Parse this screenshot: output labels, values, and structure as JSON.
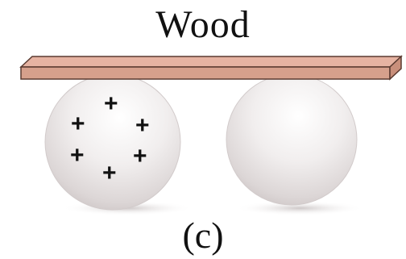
{
  "diagram": {
    "title": "Wood",
    "caption": "(c)",
    "charge_symbol": "+",
    "charge_count": 6,
    "colors": {
      "wood_top": "#e3ab99",
      "wood_front": "#d39a86",
      "wood_edge": "#5a3a30",
      "sphere_light": "#ffffff",
      "sphere_mid": "#ece8e8",
      "sphere_dark": "#c9c2c2"
    }
  }
}
